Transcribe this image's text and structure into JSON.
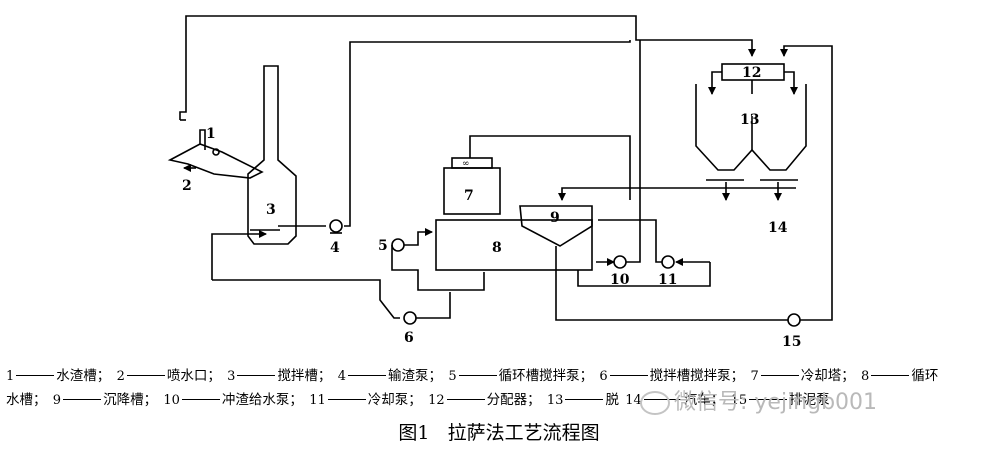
{
  "diagram": {
    "numbers": [
      "1",
      "2",
      "3",
      "4",
      "5",
      "6",
      "7",
      "8",
      "9",
      "10",
      "11",
      "12",
      "13",
      "14",
      "15"
    ]
  },
  "legend": {
    "line1": [
      {
        "num": "1",
        "text": "水渣槽；"
      },
      {
        "num": "2",
        "text": "喷水口；"
      },
      {
        "num": "3",
        "text": "搅拌槽；"
      },
      {
        "num": "4",
        "text": "输渣泵；"
      },
      {
        "num": "5",
        "text": "循环槽搅拌泵；"
      },
      {
        "num": "6",
        "text": "搅拌槽搅拌泵；"
      },
      {
        "num": "7",
        "text": "冷却塔；"
      },
      {
        "num": "8",
        "text": "循环"
      }
    ],
    "line2_start": "水槽；",
    "line2": [
      {
        "num": "9",
        "text": "沉降槽；"
      },
      {
        "num": "10",
        "text": "冲渣给水泵；"
      },
      {
        "num": "11",
        "text": "冷却泵；"
      },
      {
        "num": "12",
        "text": "分配器；"
      },
      {
        "num": "13",
        "text": "脱"
      },
      {
        "num": "14",
        "text": "汽车；"
      },
      {
        "num": "15",
        "text": "排泥泵"
      }
    ]
  },
  "caption": {
    "prefix": "图",
    "number": "1",
    "title": "拉萨法工艺流程图"
  },
  "watermark": {
    "text": "微信号: yejingb001"
  }
}
